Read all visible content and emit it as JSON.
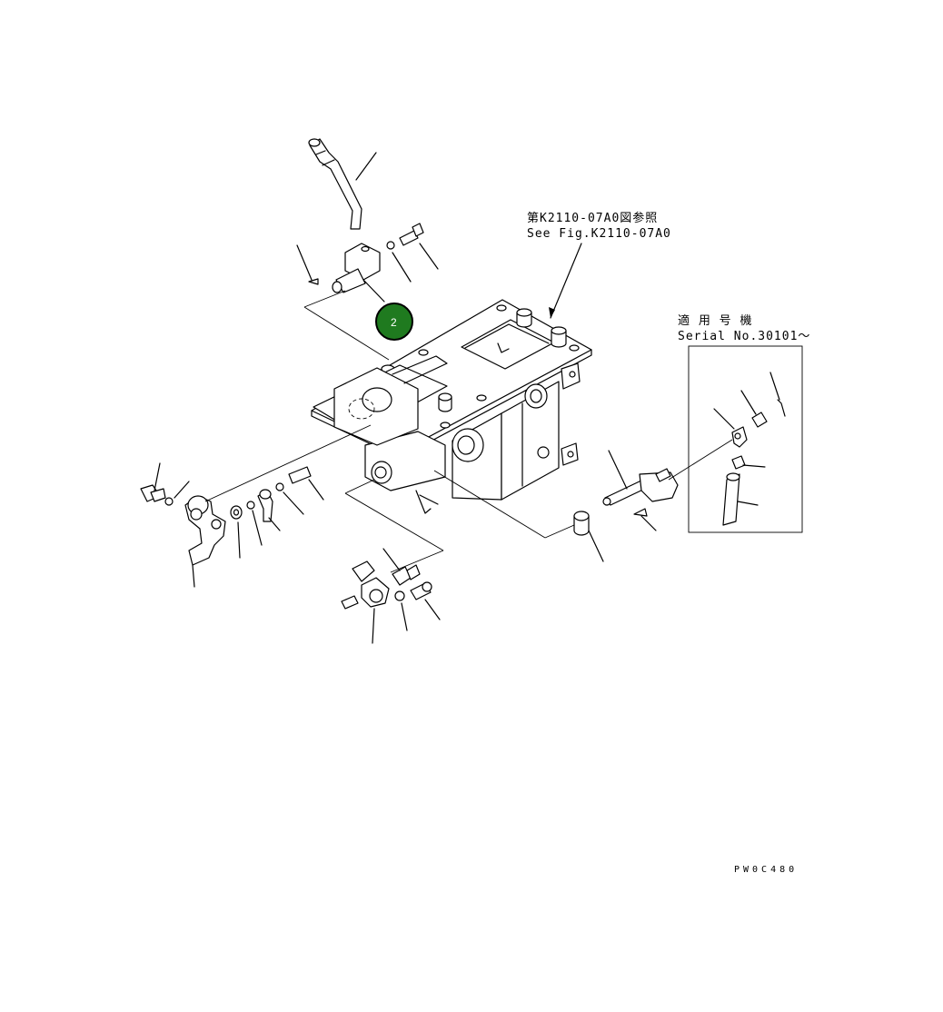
{
  "reference_note": {
    "line1": "第K2110-07A0図参照",
    "line2": "See Fig.K2110-07A0"
  },
  "serial_box": {
    "line1": "適 用 号 機",
    "line2": "Serial No.30101～"
  },
  "callout": {
    "label": "2",
    "color": "#1f7a1f"
  },
  "figure_code": "PW0C480"
}
